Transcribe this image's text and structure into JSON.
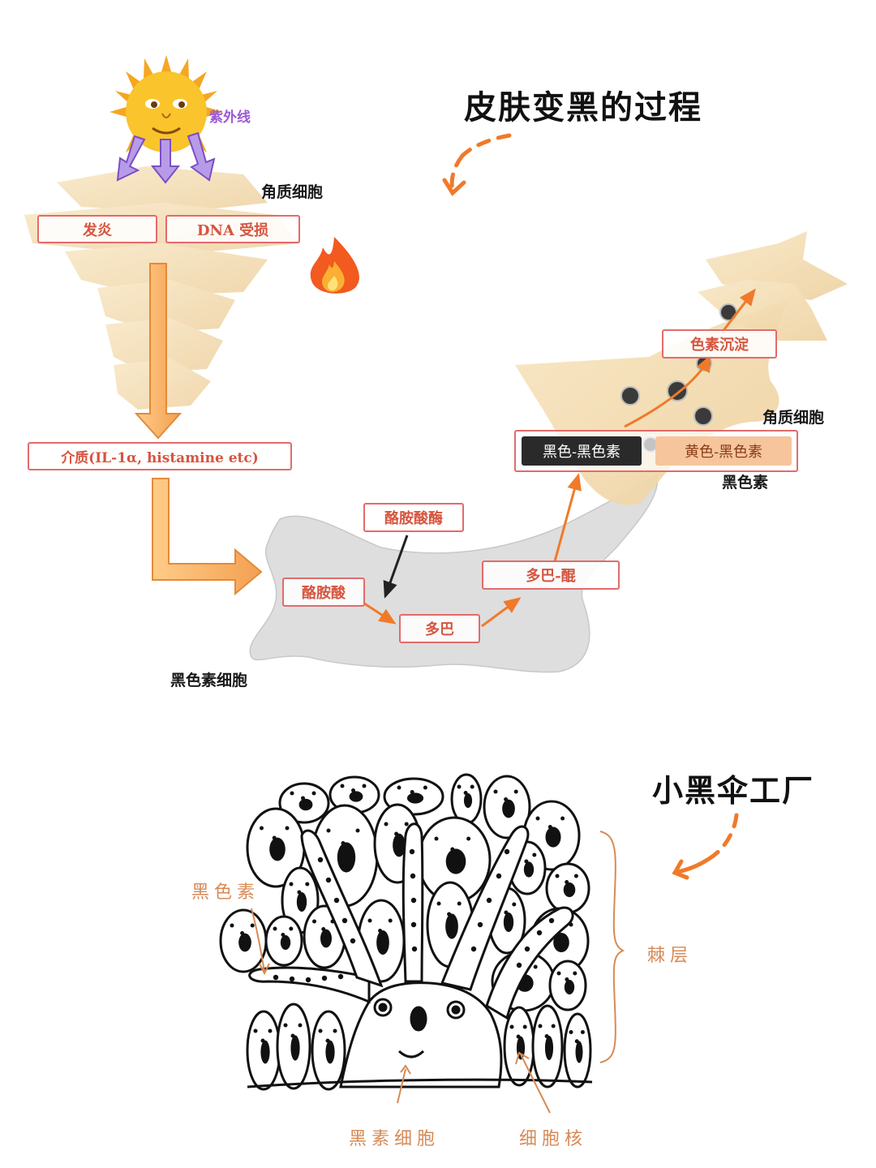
{
  "top": {
    "title": "皮肤变黑的过程",
    "uv_label": "紫外线",
    "keratinocyte_top_label": "角质细胞",
    "inflammation_label": "发炎",
    "dna_label": "DNA 受损",
    "mediator_label": "介质(IL-1α, histamine etc)",
    "tyrosinase_label": "酪胺酸酶",
    "tyrosine_label": "酪胺酸",
    "dopa_label": "多巴",
    "dopaquinone_label": "多巴-醌",
    "eumelanin_label": "黑色-黑色素",
    "pheomelanin_label": "黄色-黑色素",
    "melanin_label": "黑色素",
    "deposition_label": "色素沉淀",
    "keratinocyte_right_label": "角质细胞",
    "melanocyte_label": "黑色素细胞"
  },
  "bottom": {
    "title": "小黑伞工厂",
    "melanin_label": "黑色素",
    "spinous_layer_label": "棘层",
    "melanocyte_label": "黑素细胞",
    "nucleus_label": "细胞核"
  },
  "colors": {
    "accent_orange": "#f07a2a",
    "box_red": "#e36b6b",
    "hand_orange": "#d78a55",
    "uv_purple": "#9b59d6",
    "skin_tan": "#f5dfb4",
    "melanocyte_gray": "#dedede"
  },
  "icons": [
    "sun-icon",
    "fire-icon"
  ]
}
